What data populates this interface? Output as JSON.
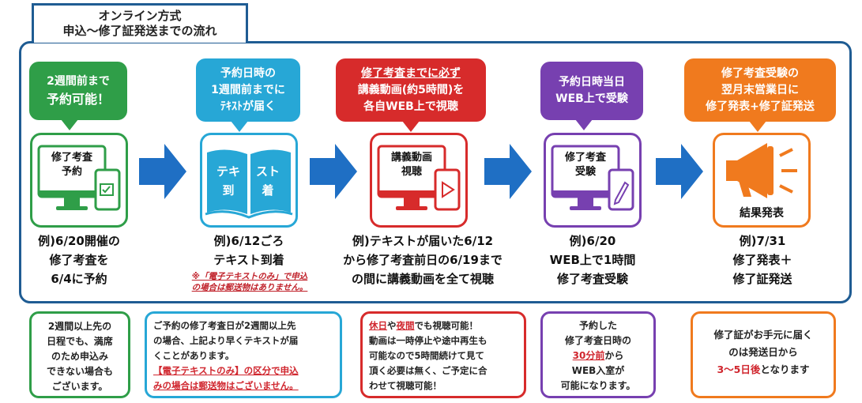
{
  "header": {
    "line1": "オンライン方式",
    "line2": "申込～修了証発送までの流れ"
  },
  "colors": {
    "frame": "#1f5c93",
    "arrow": "#1f6fc4",
    "green": "#2f9e48",
    "cyan": "#27a7d6",
    "red": "#d72b2b",
    "purple": "#7740b0",
    "orange": "#f07a1e"
  },
  "steps": [
    {
      "bubble": [
        "2週間前まで",
        "予約可能！"
      ],
      "icon_label": [
        "修了考査",
        "予約"
      ],
      "icon_name": "monitor-phone-check-icon",
      "caption": [
        "例)6/20開催の",
        "修了考査を",
        "6/4に予約"
      ]
    },
    {
      "bubble": [
        "予約日時の",
        "1週間前までに",
        "ﾃｷｽﾄが届く"
      ],
      "icon_label": [
        "テキ",
        "スト",
        "到",
        "着"
      ],
      "icon_name": "open-book-icon",
      "caption": [
        "例)6/12ごろ",
        "テキスト到着"
      ],
      "note": [
        "※「電子テキストのみ」で申込",
        "の場合は郵送物はありません。"
      ]
    },
    {
      "bubble": [
        "修了考査までに必ず",
        "講義動画(約5時間)を",
        "各自WEB上で視聴"
      ],
      "icon_label": [
        "講義動画",
        "視聴"
      ],
      "icon_name": "monitor-phone-play-icon",
      "caption": [
        "例)テキストが届いた6/12",
        "から修了考査前日の6/19まで",
        "の間に講義動画を全て視聴"
      ]
    },
    {
      "bubble": [
        "予約日時当日",
        "WEB上で受験"
      ],
      "icon_label": [
        "修了考査",
        "受験"
      ],
      "icon_name": "monitor-phone-pencil-icon",
      "caption": [
        "例)6/20",
        "WEB上で1時間",
        "修了考査受験"
      ]
    },
    {
      "bubble": [
        "修了考査受験の",
        "翌月末営業日に",
        "修了発表+修了証発送"
      ],
      "icon_label": [
        "結果発表"
      ],
      "icon_name": "megaphone-icon",
      "caption": [
        "例)7/31",
        "修了発表＋",
        "修了証発送"
      ]
    }
  ],
  "cards": [
    {
      "lines": [
        "2週間以上先の",
        "日程でも、満席",
        "のため申込み",
        "できない場合も",
        "ございます。"
      ]
    },
    {
      "lines": [
        "ご予約の修了考査日が2週間以上先",
        "の場合、上記より早くテキストが届",
        "くことがあります。"
      ],
      "red_lines": [
        "【電子テキストのみ】の区分で申込",
        "みの場合は郵送物はございません。"
      ]
    },
    {
      "w1": "休日",
      "w2": "や",
      "w3": "夜間",
      "w4": "でも視聴可能！",
      "lines": [
        "動画は一時停止や途中再生も",
        "可能なので5時間続けて見て",
        "頂く必要は無く、ご予定に合",
        "わせて視聴可能！"
      ]
    },
    {
      "l1": "予約した",
      "l2": "修了考査日時の",
      "l3": "30分前",
      "l4": "から",
      "l5": "WEB入室が",
      "l6": "可能になります。"
    },
    {
      "l1": "修了証がお手元に届く",
      "l2": "のは発送日から",
      "l3": "3～5日後",
      "l4": "となります"
    }
  ]
}
